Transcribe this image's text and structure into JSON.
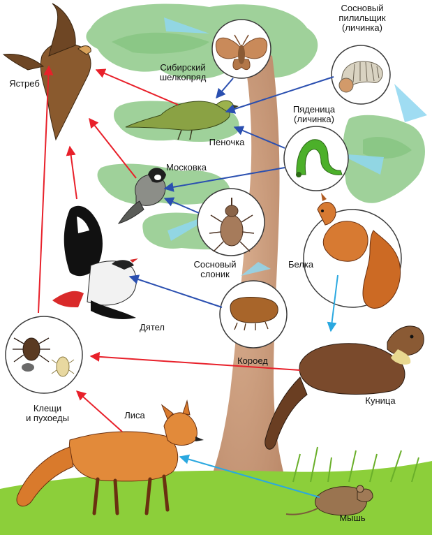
{
  "organisms": {
    "hawk": {
      "label": "Ястреб"
    },
    "silkworm": {
      "line1": "Сибирский",
      "line2": "шелкопряд"
    },
    "sawfly": {
      "line1": "Сосновый",
      "line2": "пилильщик",
      "line3": "(личинка)"
    },
    "warbler": {
      "label": "Пеночка"
    },
    "geometrid": {
      "line1": "Пяденица",
      "line2": "(личинка)"
    },
    "coal_tit": {
      "label": "Московка"
    },
    "squirrel": {
      "label": "Белка"
    },
    "weevil": {
      "line1": "Сосновый",
      "line2": "слоник"
    },
    "woodpecker": {
      "label": "Дятел"
    },
    "bark_beetle": {
      "label": "Короед"
    },
    "marten": {
      "label": "Куница"
    },
    "mites": {
      "line1": "Клещи",
      "line2": "и пухоеды"
    },
    "fox": {
      "label": "Лиса"
    },
    "mouse": {
      "label": "Мышь"
    }
  },
  "colors": {
    "predation_arrow": "#e8202a",
    "herbivory_arrow": "#2a4fb0",
    "mammal_arrow": "#2aa8e0",
    "foliage": "#9fd19a",
    "foliage_dark": "#7fbf7a",
    "trunk": "#c99a78",
    "grass": "#8ccf3a",
    "callout": "#8fd7f0"
  }
}
